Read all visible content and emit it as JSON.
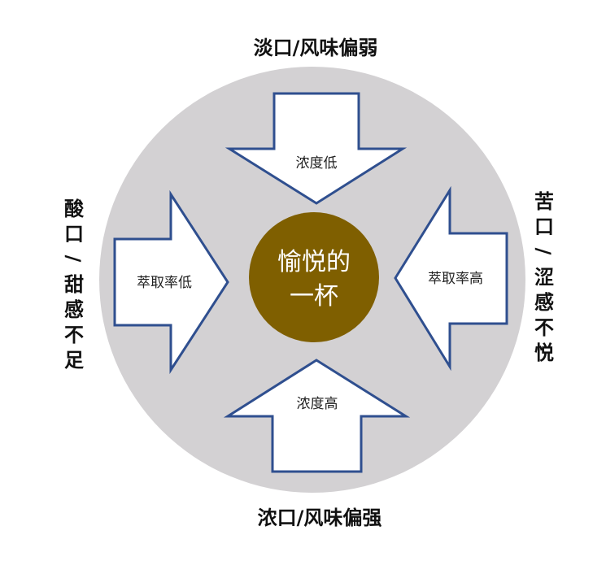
{
  "labels": {
    "top": "淡口/风味偏弱",
    "bottom": "浓口/风味偏强",
    "left": "酸口/甜感不足",
    "right": "苦口/涩感不悦"
  },
  "arrows": {
    "top": "浓度低",
    "bottom": "浓度高",
    "left": "萃取率低",
    "right": "萃取率高"
  },
  "center": {
    "line1": "愉悦的",
    "line2": "一杯"
  },
  "colors": {
    "background_circle": "#d3d1d3",
    "center_circle": "#7f5f00",
    "arrow_fill": "#ffffff",
    "arrow_stroke": "#2f4f8f",
    "text": "#111111",
    "center_text": "#ffffff"
  }
}
